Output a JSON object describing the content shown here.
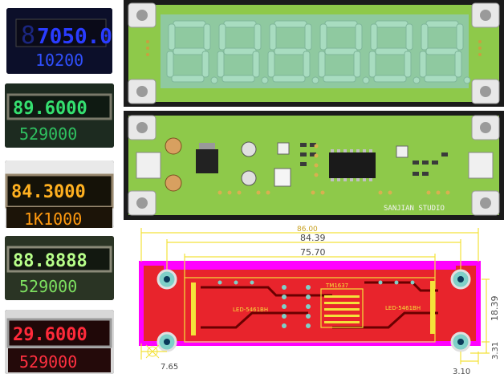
{
  "colors": {
    "blue": "#2a3cff",
    "green": "#35e070",
    "amber": "#ffb020",
    "lime": "#b8ff8a",
    "red": "#ff2a3a",
    "pcb_green": "#8ec94a",
    "pcb_red": "#e8242c",
    "dim_yellow": "#f4e23a"
  },
  "photos": [
    {
      "top": "7050.0",
      "bottom": "10200",
      "prefix": "8",
      "color_key": "blue"
    },
    {
      "top": "89.6000",
      "bottom": "529000",
      "color_key": "green"
    },
    {
      "top": "84.3000",
      "bottom": "1K1000",
      "color_key": "amber"
    },
    {
      "top": "88.8888",
      "bottom": "529000",
      "color_key": "lime"
    },
    {
      "top": "29.6000",
      "bottom": "529000",
      "color_key": "red"
    }
  ],
  "board_bottom": {
    "brand": "SANJIAN STUDIO"
  },
  "layout": {
    "chip_left": "LED-5461BH",
    "chip_mid": "TM1637",
    "chip_right": "LED-5461BH",
    "dims": {
      "overall": "86.00",
      "holes": "84.39",
      "display": "75.70",
      "height": "18.39",
      "offset_left": "7.65",
      "offset_bottom": "3.10",
      "offset_right": "3.31"
    }
  }
}
